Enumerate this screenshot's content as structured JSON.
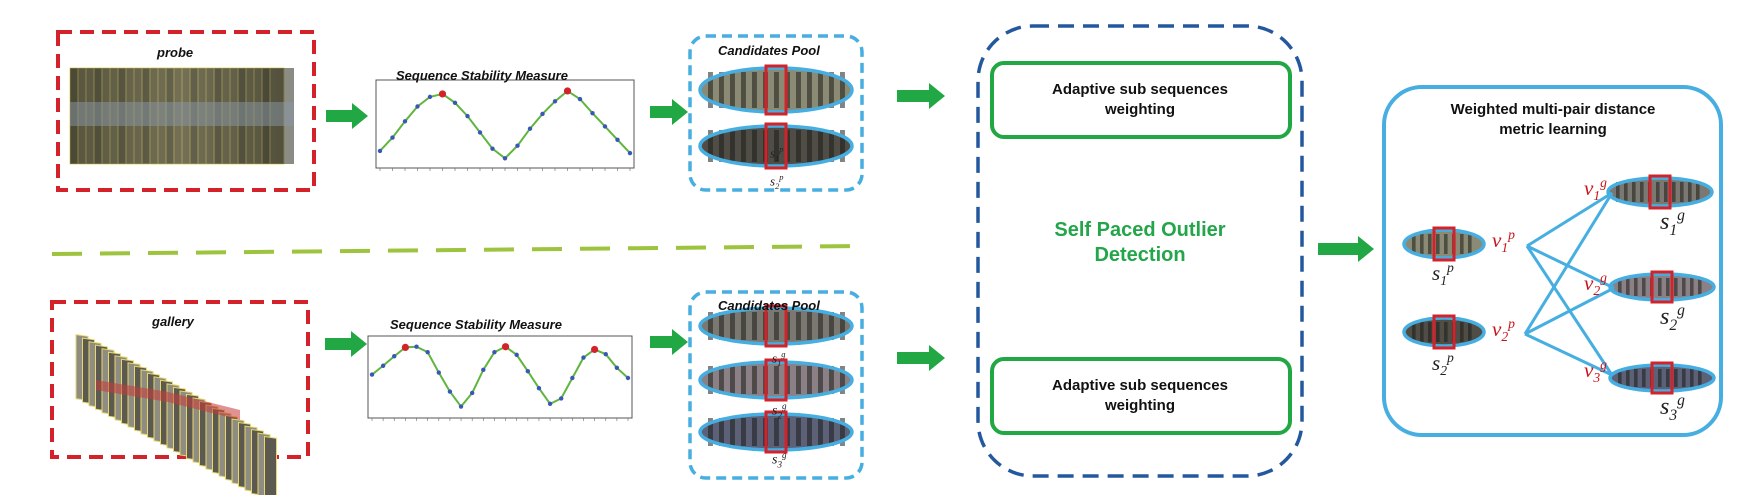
{
  "probe": {
    "title": "probe"
  },
  "gallery": {
    "title": "gallery"
  },
  "stability": {
    "title_top": "Sequence Stability Measure",
    "title_bottom": "Sequence Stability Measure"
  },
  "pool": {
    "title_top": "Candidates  Pool",
    "title_bottom": "Candidates  Pool"
  },
  "spod": {
    "box_top": "Adaptive sub sequences weighting",
    "box_bottom": "Adaptive sub sequences weighting",
    "center_line1": "Self Paced Outlier",
    "center_line2": "Detection"
  },
  "metric": {
    "title_line1": "Weighted multi-pair distance",
    "title_line2": "metric learning"
  },
  "labels": {
    "s_base": "s",
    "v_base": "v",
    "p": "p",
    "g": "g",
    "one": "1",
    "two": "2",
    "three": "3"
  },
  "colors": {
    "red_dash": "#d3222a",
    "blue_dash": "#46aee0",
    "navy_dash": "#24589e",
    "green_arrow": "#21a743",
    "green_text": "#23a64a",
    "olive_dash": "#9dc43e",
    "ellipse": "#46aee0",
    "math_red": "#c8151b"
  }
}
